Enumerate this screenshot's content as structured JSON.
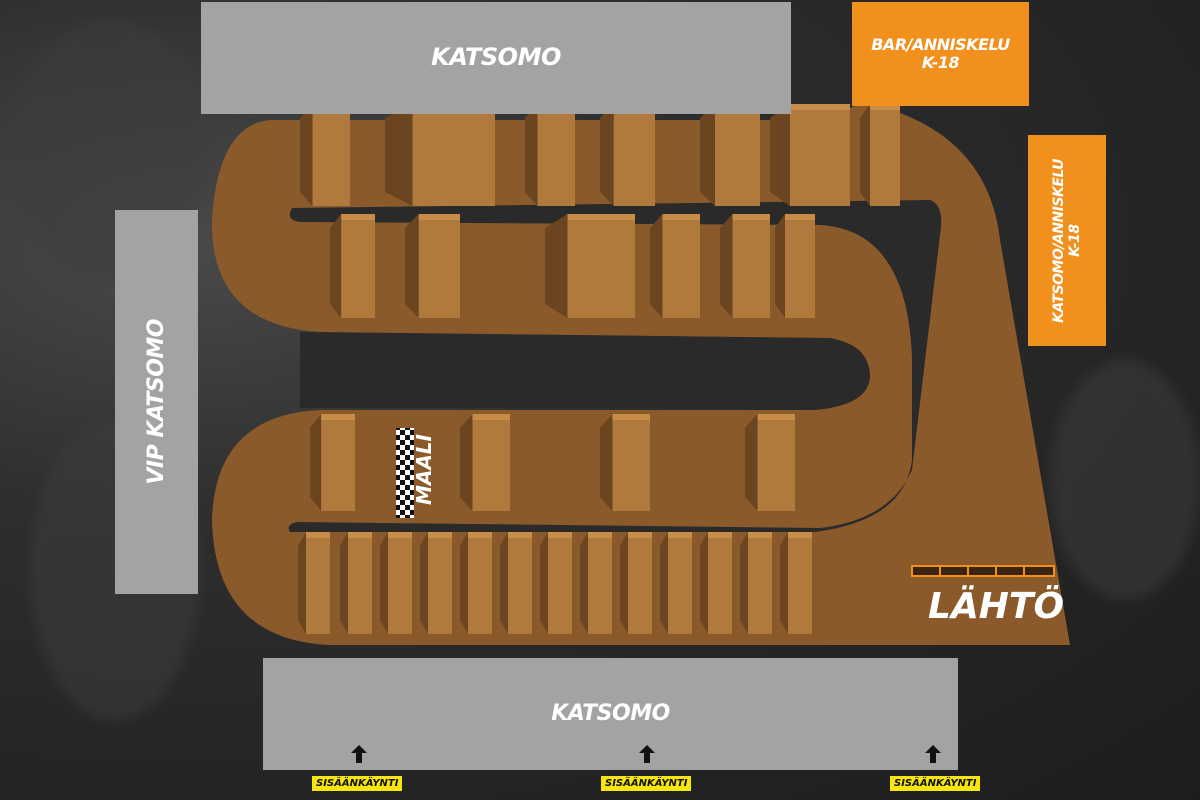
{
  "zones": {
    "katsomo_top": "KATSOMO",
    "bar": "BAR/ANNISKELU\nK-18",
    "side_right": "KATSOMO/ANNISKELU\nK-18",
    "vip": "VIP KATSOMO",
    "katsomo_bottom": "KATSOMO"
  },
  "entrances": [
    "SISÄÄNKÄYNTI",
    "SISÄÄNKÄYNTI",
    "SISÄÄNKÄYNTI"
  ],
  "track": {
    "finish": "MAALI",
    "start": "LÄHTÖ"
  },
  "colors": {
    "track": "#8a5a2b",
    "track_light": "#b07a3c",
    "track_dark": "#6b4420",
    "stand": "#a3a3a3",
    "bar": "#f2901d",
    "entrance": "#f7e50f"
  }
}
